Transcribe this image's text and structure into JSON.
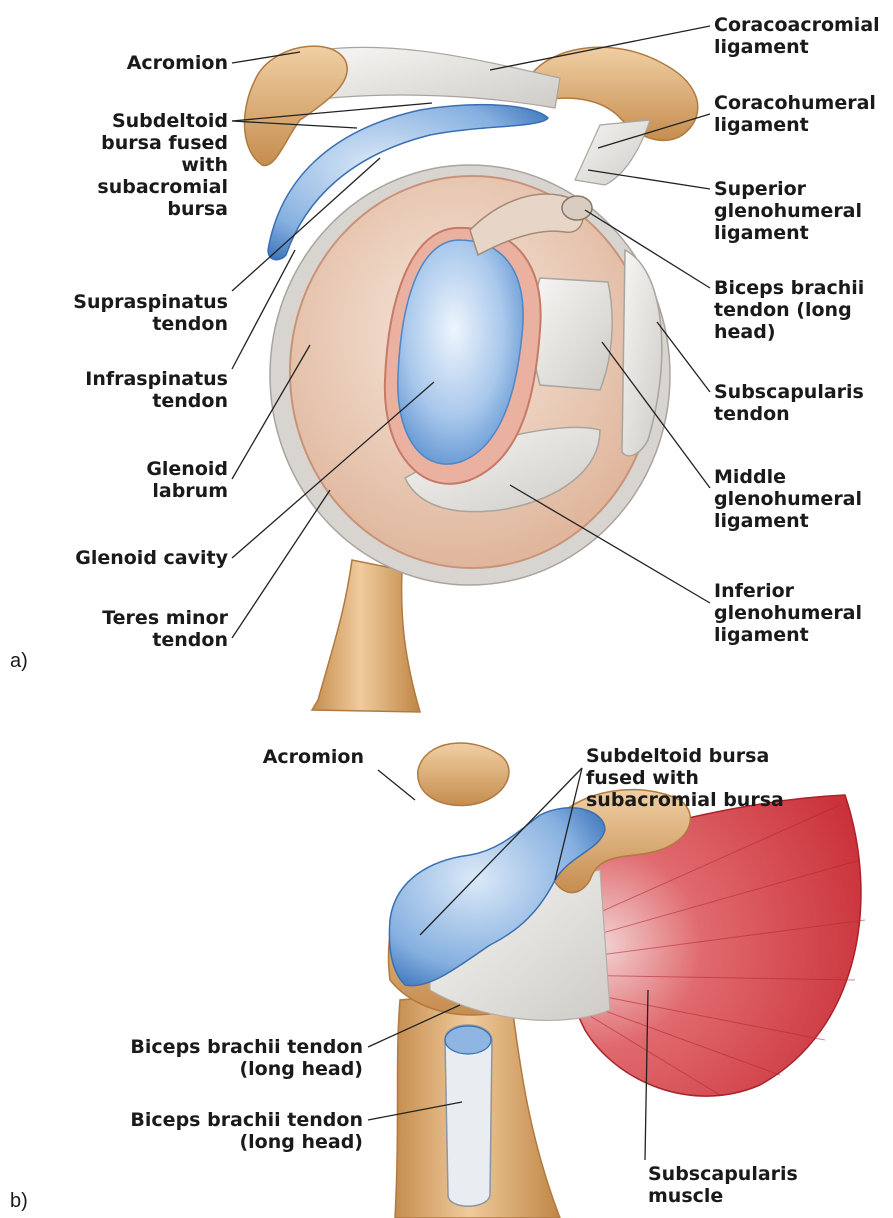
{
  "panels": [
    {
      "letter": "a)",
      "labels": {
        "acromion": "Acromion",
        "subdeltoid_bursa": "Subdeltoid\nbursa fused\nwith\nsubacromial\nbursa",
        "supraspinatus_tendon": "Supraspinatus\ntendon",
        "infraspinatus_tendon": "Infraspinatus\ntendon",
        "glenoid_labrum": "Glenoid\nlabrum",
        "glenoid_cavity": "Glenoid cavity",
        "teres_minor_tendon": "Teres minor\ntendon",
        "coracoacromial_ligament": "Coracoacromial\nligament",
        "coracohumeral_ligament": "Coracohumeral\nligament",
        "superior_glenohumeral_ligament": "Superior\nglenohumeral\nligament",
        "biceps_long_head": "Biceps brachii\ntendon (long\nhead)",
        "subscapularis_tendon": "Subscapularis\ntendon",
        "middle_glenohumeral_ligament": "Middle\nglenohumeral\nligament",
        "inferior_glenohumeral_ligament": "Inferior\nglenohumeral\nligament"
      }
    },
    {
      "letter": "b)",
      "labels": {
        "acromion": "Acromion",
        "subdeltoid_bursa": "Subdeltoid bursa\nfused with\nsubacromial bursa",
        "biceps_tendon_upper": "Biceps brachii tendon\n(long head)",
        "biceps_tendon_lower": "Biceps brachii tendon\n(long head)",
        "subscapularis_muscle": "Subscapularis\nmuscle"
      }
    }
  ],
  "colors": {
    "bone": "#d9a66b",
    "bone_light": "#ecc79a",
    "bone_dark": "#b98448",
    "bursa": "#8db6e3",
    "bursa_dark": "#4f86c6",
    "cartilage": "#b5d1ef",
    "ligament": "#e6e4e0",
    "capsule": "#e9c2aa",
    "labrum": "#e7a496",
    "muscle": "#d23c44",
    "leader": "#222222"
  }
}
